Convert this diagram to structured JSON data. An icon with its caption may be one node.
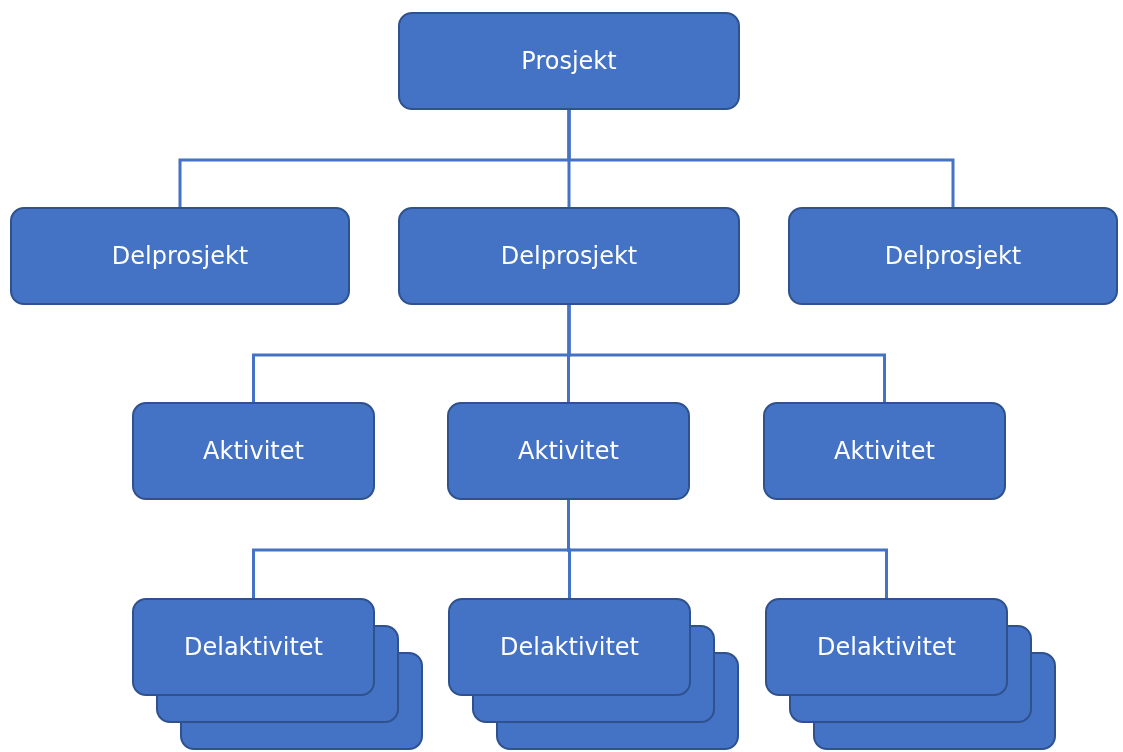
{
  "diagram": {
    "nodes": [
      {
        "text": [
          "Prosjekt"
        ]
      },
      {
        "text": [
          "Delprosjekt"
        ]
      },
      {
        "text": [
          "Delprosjekt"
        ]
      },
      {
        "text": [
          "Delprosjekt"
        ]
      },
      {
        "text": [
          "Aktivitet"
        ]
      },
      {
        "text": [
          "Aktivitet"
        ]
      },
      {
        "text": [
          "Aktivitet"
        ]
      },
      {
        "text": [
          "Delaktivitet"
        ]
      },
      {
        "text": [
          "Delaktivitet"
        ]
      },
      {
        "text": [
          "Delaktivitet"
        ]
      }
    ],
    "edges": [
      {
        "from": 0,
        "to": 1,
        "arrow": "none"
      },
      {
        "from": 0,
        "to": 2,
        "arrow": "none"
      },
      {
        "from": 0,
        "to": 3,
        "arrow": "none"
      },
      {
        "from": 2,
        "to": 4,
        "arrow": "none"
      },
      {
        "from": 2,
        "to": 5,
        "arrow": "none"
      },
      {
        "from": 2,
        "to": 6,
        "arrow": "none"
      },
      {
        "from": 5,
        "to": 7,
        "arrow": "none"
      },
      {
        "from": 5,
        "to": 8,
        "arrow": "none"
      },
      {
        "from": 5,
        "to": 9,
        "arrow": "none"
      }
    ]
  }
}
